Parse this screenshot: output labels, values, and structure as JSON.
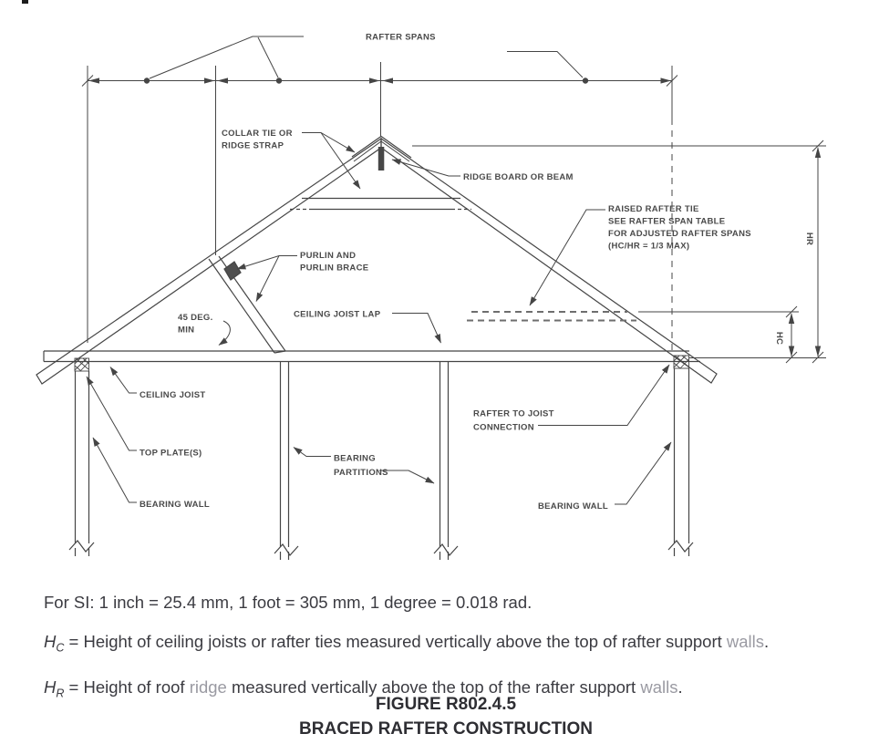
{
  "diagram": {
    "labels": {
      "rafter_spans": "RAFTER SPANS",
      "collar_tie_1": "COLLAR TIE OR",
      "collar_tie_2": "RIDGE STRAP",
      "ridge_board": "RIDGE BOARD OR BEAM",
      "raised_tie_1": "RAISED RAFTER TIE",
      "raised_tie_2": "SEE RAFTER SPAN TABLE",
      "raised_tie_3": "FOR ADJUSTED RAFTER SPANS",
      "raised_tie_4": "(HC/HR = 1/3 MAX)",
      "purlin_1": "PURLIN AND",
      "purlin_2": "PURLIN BRACE",
      "deg45_1": "45 DEG.",
      "deg45_2": "MIN",
      "ceiling_joist_lap": "CEILING JOIST LAP",
      "ceiling_joist": "CEILING JOIST",
      "top_plates": "TOP PLATE(S)",
      "bearing_wall_left": "BEARING WALL",
      "bearing_partitions_1": "BEARING",
      "bearing_partitions_2": "PARTITIONS",
      "rafter_to_joist_1": "RAFTER TO JOIST",
      "rafter_to_joist_2": "CONNECTION",
      "bearing_wall_right": "BEARING WALL",
      "dim_hr": "HR",
      "dim_hc": "HC"
    }
  },
  "notes": {
    "si": "For SI: 1 inch = 25.4 mm, 1 foot = 305 mm, 1 degree = 0.018 rad.",
    "hc_sym": "H",
    "hc_sub": "C",
    "hc_text": " = Height of ceiling joists or rafter ties measured vertically above the top of rafter support ",
    "hc_link_walls": "walls",
    "hc_end": ".",
    "hr_sym": "H",
    "hr_sub": "R",
    "hr_text_1": " = Height of roof ",
    "hr_link_ridge": "ridge",
    "hr_text_2": " measured vertically above the top of the rafter support ",
    "hr_link_walls": "walls",
    "hr_end": "."
  },
  "caption": {
    "figure": "FIGURE R802.4.5",
    "title": "BRACED RAFTER CONSTRUCTION"
  },
  "colors": {
    "line": "#454545",
    "label": "#4a4a4a",
    "dashed_tie": "#6e6e6e",
    "body_text": "#3b3b41",
    "muted_link": "#9a9aa2"
  }
}
